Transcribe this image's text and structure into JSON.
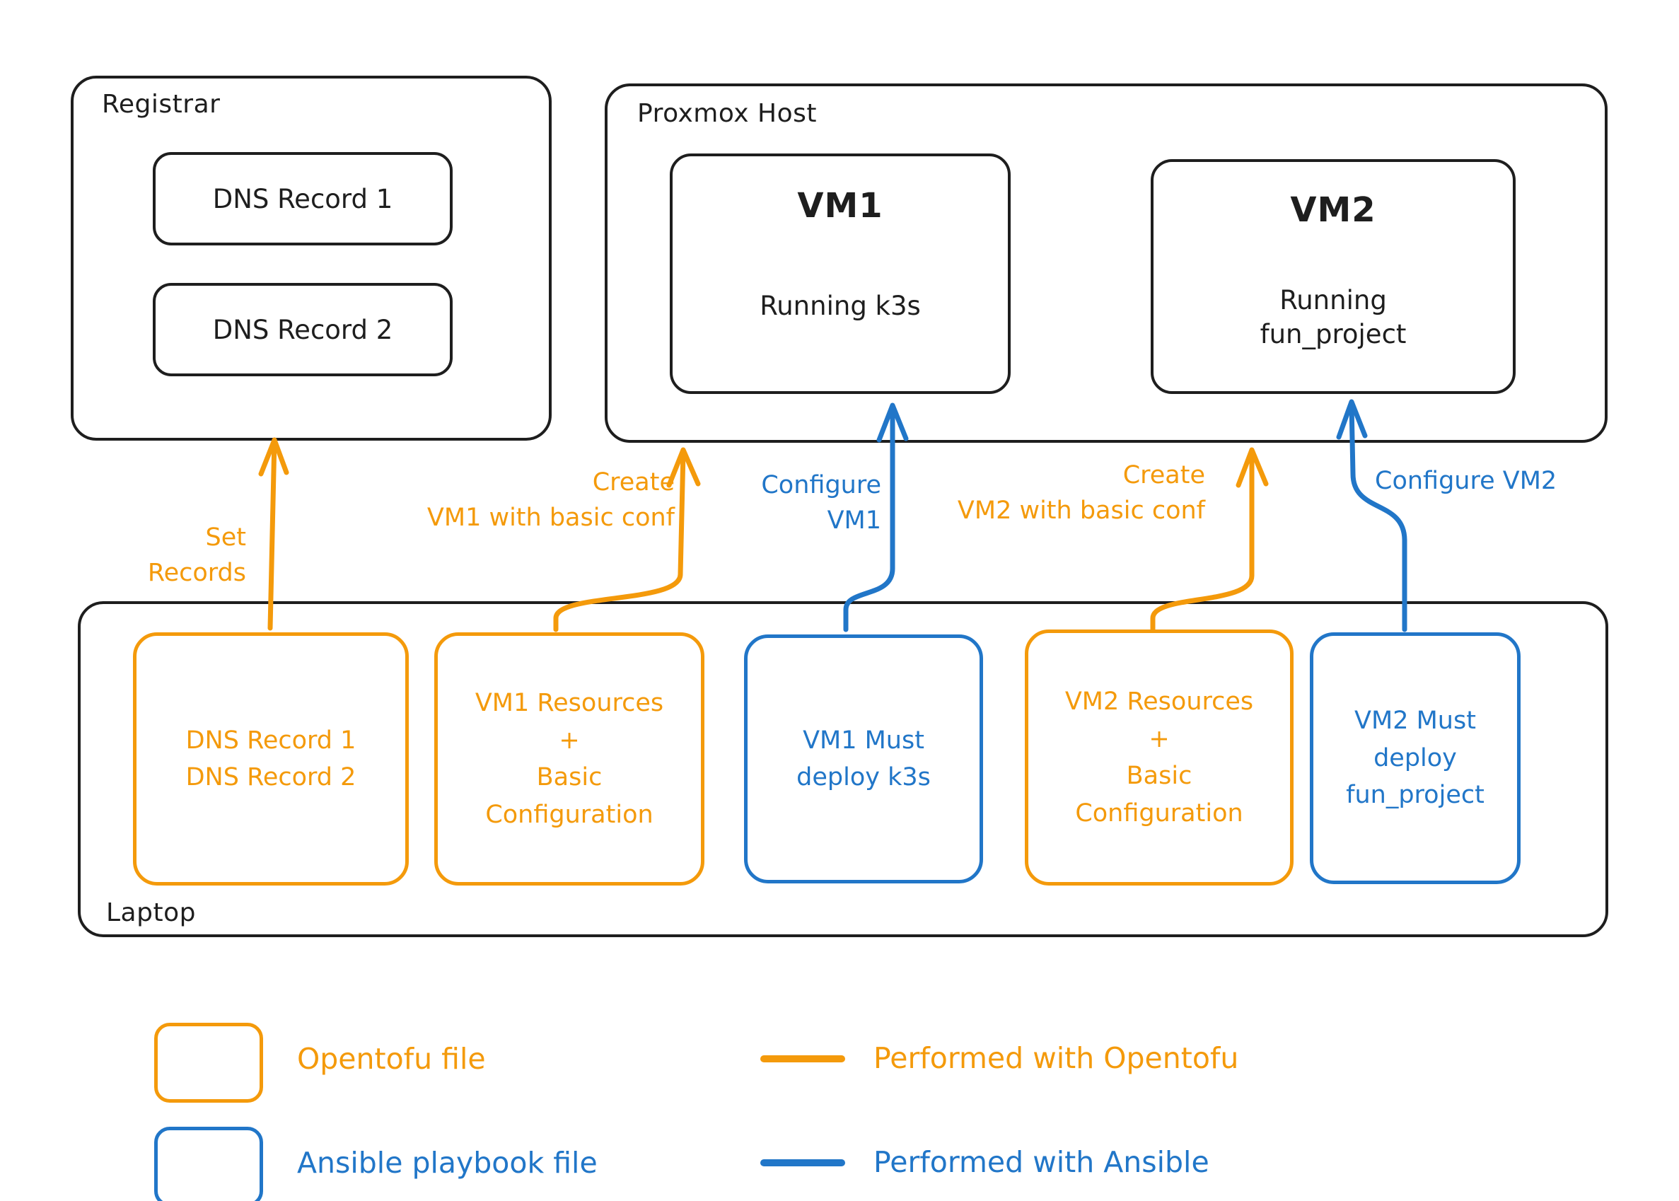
{
  "colors": {
    "opentofu_orange": "#F49A0B",
    "ansible_blue": "#2176C8",
    "ink_black": "#1E1E1E"
  },
  "registrar": {
    "title": "Registrar",
    "records": [
      "DNS Record 1",
      "DNS Record 2"
    ]
  },
  "proxmox": {
    "title": "Proxmox Host",
    "vm1": {
      "title": "VM1",
      "subtitle": "Running k3s"
    },
    "vm2": {
      "title": "VM2",
      "subtitle": "Running\nfun_project"
    }
  },
  "laptop": {
    "title": "Laptop",
    "files": [
      {
        "type": "opentofu",
        "label": "DNS Record 1\nDNS Record 2"
      },
      {
        "type": "opentofu",
        "label": "VM1 Resources\n+\nBasic\nConfiguration"
      },
      {
        "type": "ansible",
        "label": "VM1 Must\ndeploy k3s"
      },
      {
        "type": "opentofu",
        "label": "VM2 Resources\n+\nBasic\nConfiguration"
      },
      {
        "type": "ansible",
        "label": "VM2 Must\ndeploy\nfun_project"
      }
    ]
  },
  "arrows": [
    {
      "tool": "opentofu",
      "label": "Set\nRecords"
    },
    {
      "tool": "opentofu",
      "label": "Create\nVM1 with basic conf"
    },
    {
      "tool": "ansible",
      "label": "Configure\nVM1"
    },
    {
      "tool": "opentofu",
      "label": "Create\nVM2 with basic conf"
    },
    {
      "tool": "ansible",
      "label": "Configure VM2"
    }
  ],
  "legend": {
    "opentofu_file": "Opentofu file",
    "ansible_file": "Ansible playbook file",
    "performed_opentofu": "Performed with Opentofu",
    "performed_ansible": "Performed with Ansible"
  }
}
